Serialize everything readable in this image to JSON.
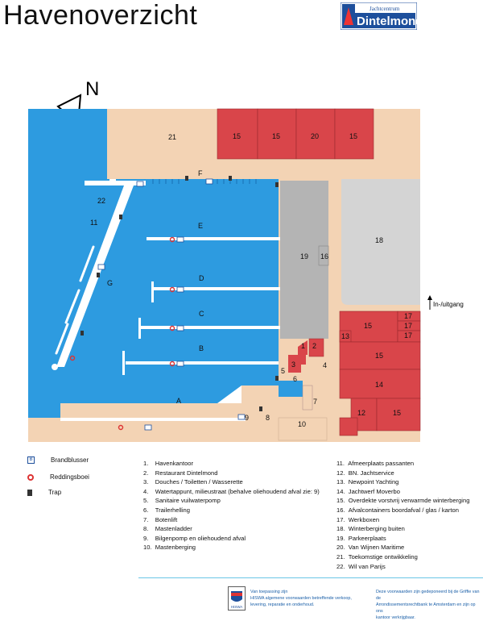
{
  "page": {
    "title": "Havenoverzicht"
  },
  "logo": {
    "brand": "Dintelmond",
    "sub": "Jachtcentrum"
  },
  "map": {
    "north_label": "N",
    "entrance_label": "In-/uitgang",
    "pier_labels": [
      "A",
      "B",
      "C",
      "D",
      "E",
      "F",
      "G"
    ],
    "zone_labels": [
      "21",
      "15",
      "15",
      "20",
      "15",
      "22",
      "11",
      "18",
      "19",
      "16",
      "17",
      "17",
      "17",
      "15",
      "13",
      "15",
      "14",
      "12",
      "15",
      "1",
      "2",
      "3",
      "4",
      "5",
      "6",
      "7",
      "8",
      "9",
      "10"
    ],
    "colors": {
      "water": "#2d9be0",
      "land": "#f3d3b4",
      "building": "#d9454a",
      "storage": "#b4b4b4",
      "parking": "#d4d4d4",
      "jetty": "#ffffff"
    }
  },
  "legend": {
    "symbols": [
      {
        "icon": "extinguisher-icon",
        "label": "Brandblusser"
      },
      {
        "icon": "lifebuoy-icon",
        "label": "Reddingsboei"
      },
      {
        "icon": "ladder-icon",
        "label": "Trap"
      }
    ],
    "items_left": [
      "1.    Havenkantoor",
      "2.    Restaurant Dintelmond",
      "3.    Douches / Toiletten / Wasserette",
      "4.    Watertappunt, milieustraat (behalve oliehoudend afval zie: 9)",
      "5.    Sanitaire vuilwaterpomp",
      "6.    Trailerhelling",
      "7.    Botenlift",
      "8.    Mastenladder",
      "9.    Bilgenpomp en oliehoudend afval",
      "10.  Mastenberging"
    ],
    "items_right": [
      "11.  Afmeerplaats passanten",
      "12.  BN. Jachtservice",
      "13.  Newpoint Yachting",
      "14.  Jachtwerf Moverbo",
      "15.  Overdekte vorstvrij verwarmde winterberging",
      "16.  Afvalcontainers boordafval / glas / karton",
      "17.  Werkboxen",
      "18.  Winterberging buiten",
      "19.  Parkeerplaats",
      "20.  Van Wijnen Maritime",
      "21.  Toekomstige ontwikkeling",
      "22.  Wil van Parijs"
    ]
  },
  "footer": {
    "hiswa": "HISWA",
    "left_text": [
      "Van toepassing zijn",
      "HISWA algemene voorwaarden betreffende verkoop,",
      "levering, reparatie en onderhoud."
    ],
    "right_text": [
      "Deze voorwaarden zijn gedeponeerd bij de Griffie van de",
      "Arrondissementsrechtbank te Amsterdam en zijn op ons",
      "kantoor verkrijgbaar."
    ]
  }
}
